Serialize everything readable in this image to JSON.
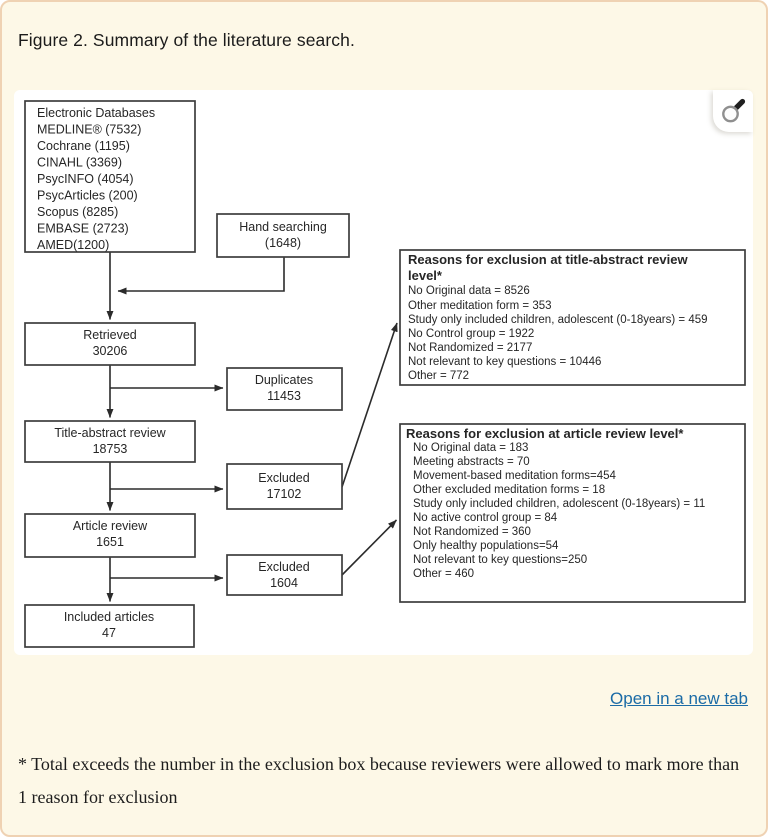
{
  "page": {
    "figure_title": "Figure 2. Summary of the literature search.",
    "open_link_label": "Open in a new tab",
    "footnote": "* Total exceeds the number in the exclusion box because reviewers were allowed to mark more than 1 reason for exclusion"
  },
  "colors": {
    "card_background": "#fdf8e7",
    "card_border": "#efd2b3",
    "panel_background": "#ffffff",
    "link_blue": "#1b6ba6",
    "box_stroke": "#3d3d3d",
    "diagram_text": "#262626"
  },
  "icons": {
    "zoom_icon": "magnifier"
  },
  "flowchart": {
    "sources": {
      "lines": [
        "Electronic Databases",
        "MEDLINE® (7532)",
        "Cochrane (1195)",
        "CINAHL (3369)",
        "PsycINFO (4054)",
        "PsycArticles (200)",
        "Scopus (8285)",
        "EMBASE (2723)",
        "AMED(1200)"
      ]
    },
    "hand_searching": {
      "label": "Hand searching",
      "value": "(1648)"
    },
    "retrieved": {
      "label": "Retrieved",
      "value": "30206"
    },
    "duplicates": {
      "label": "Duplicates",
      "value": "11453"
    },
    "title_abstract_review": {
      "label": "Title-abstract review",
      "value": "18753"
    },
    "excluded_title_abstract": {
      "label": "Excluded",
      "value": "17102"
    },
    "article_review": {
      "label": "Article review",
      "value": "1651"
    },
    "excluded_article": {
      "label": "Excluded",
      "value": "1604"
    },
    "included_articles": {
      "label": "Included articles",
      "value": "47"
    },
    "reasons_title_abstract": {
      "title_line1": "Reasons for exclusion at title-abstract review",
      "title_line2": "level*",
      "items": [
        "No Original data = 8526",
        "Other meditation form = 353",
        "Study only included children, adolescent (0-18years) = 459",
        "No Control group = 1922",
        "Not Randomized = 2177",
        "Not relevant to key questions = 10446",
        "Other = 772"
      ]
    },
    "reasons_article": {
      "title": "Reasons for exclusion at article review level*",
      "items": [
        "No Original data = 183",
        "Meeting abstracts = 70",
        "Movement-based meditation forms=454",
        "Other excluded meditation forms = 18",
        "Study only included children, adolescent (0-18years) = 11",
        "No active control group = 84",
        "Not Randomized = 360",
        "Only healthy populations=54",
        "Not relevant to key questions=250",
        "Other = 460"
      ]
    }
  }
}
